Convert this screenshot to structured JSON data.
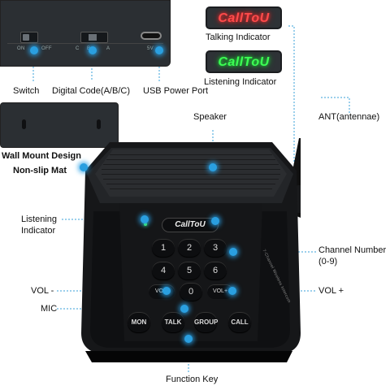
{
  "insets": {
    "switch": {
      "on": "ON",
      "off": "OFF"
    },
    "digital_code": {
      "a": "A",
      "b": "B",
      "c": "C"
    },
    "usb": {
      "label": "5V"
    }
  },
  "indicators": {
    "talking_logo": "CallToU",
    "listening_logo": "CallToU",
    "device_logo": "CallToU"
  },
  "labels": {
    "switch": "Switch",
    "digital_code": "Digital Code(A/B/C)",
    "usb_port": "USB Power Port",
    "talking_indicator": "Talking Indicator",
    "listening_indicator_top": "Listening Indicator",
    "antenna": "ANT(antennae)",
    "speaker": "Speaker",
    "wall_mount": "Wall Mount Design",
    "non_slip": "Non-slip Mat",
    "listening_indicator_left_1": "Listening",
    "listening_indicator_left_2": "Indicator",
    "channel_number_1": "Channel Number",
    "channel_number_2": "(0-9)",
    "vol_minus": "VOL -",
    "vol_plus": "VOL +",
    "mic": "MIC",
    "function_key": "Function Key"
  },
  "device": {
    "keypad": [
      "1",
      "2",
      "3",
      "4",
      "5",
      "6",
      "0"
    ],
    "vol_minus_key": "VOL-",
    "vol_plus_key": "VOL+",
    "function_keys": [
      "MON",
      "TALK",
      "GROUP",
      "CALL"
    ],
    "side_text": "7-Channel Wireless Intercom"
  },
  "colors": {
    "callout": "#3aa0d8",
    "device_body": "#111214",
    "talking_led": "#ff4b4b",
    "listening_led": "#3cff54"
  }
}
